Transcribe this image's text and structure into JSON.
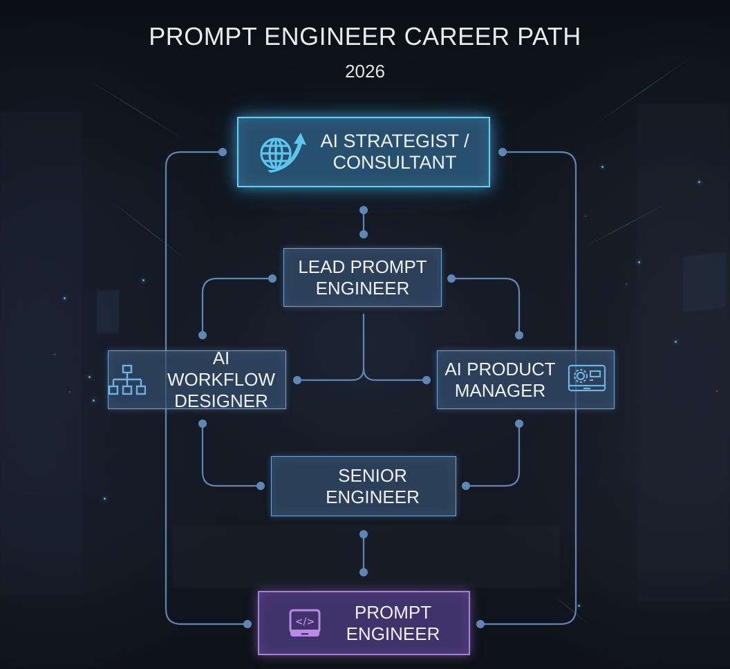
{
  "header": {
    "title": "PROMPT ENGINEER CAREER PATH",
    "year": "2026"
  },
  "nodes": {
    "ai_strategist": {
      "label": "AI STRATEGIST /\nCONSULTANT",
      "icon": "globe-growth-arrow-icon"
    },
    "lead_prompt_engineer": {
      "label": "LEAD PROMPT\nENGINEER"
    },
    "ai_workflow_designer": {
      "label": "AI WORKFLOW\nDESIGNER",
      "icon": "org-chart-hierarchy-icon"
    },
    "ai_product_manager": {
      "label": "AI PRODUCT\nMANAGER",
      "icon": "monitor-gear-icon"
    },
    "senior_engineer": {
      "label": "SENIOR\nENGINEER"
    },
    "prompt_engineer": {
      "label": "PROMPT\nENGINEER",
      "icon": "laptop-code-icon"
    }
  },
  "colors": {
    "top_node_border": "#5fd2ff",
    "node_border": "#6fa8d8",
    "bottom_node_border": "#a87de0",
    "connector": "#5f86b4",
    "text": "#eef2f5"
  },
  "connections": [
    [
      "prompt_engineer",
      "senior_engineer"
    ],
    [
      "senior_engineer",
      "ai_workflow_designer"
    ],
    [
      "senior_engineer",
      "ai_product_manager"
    ],
    [
      "lead_prompt_engineer",
      "ai_workflow_designer"
    ],
    [
      "lead_prompt_engineer",
      "ai_product_manager"
    ],
    [
      "ai_workflow_designer",
      "lead_prompt_engineer"
    ],
    [
      "ai_product_manager",
      "lead_prompt_engineer"
    ],
    [
      "lead_prompt_engineer",
      "ai_strategist"
    ],
    [
      "prompt_engineer",
      "ai_strategist"
    ]
  ]
}
